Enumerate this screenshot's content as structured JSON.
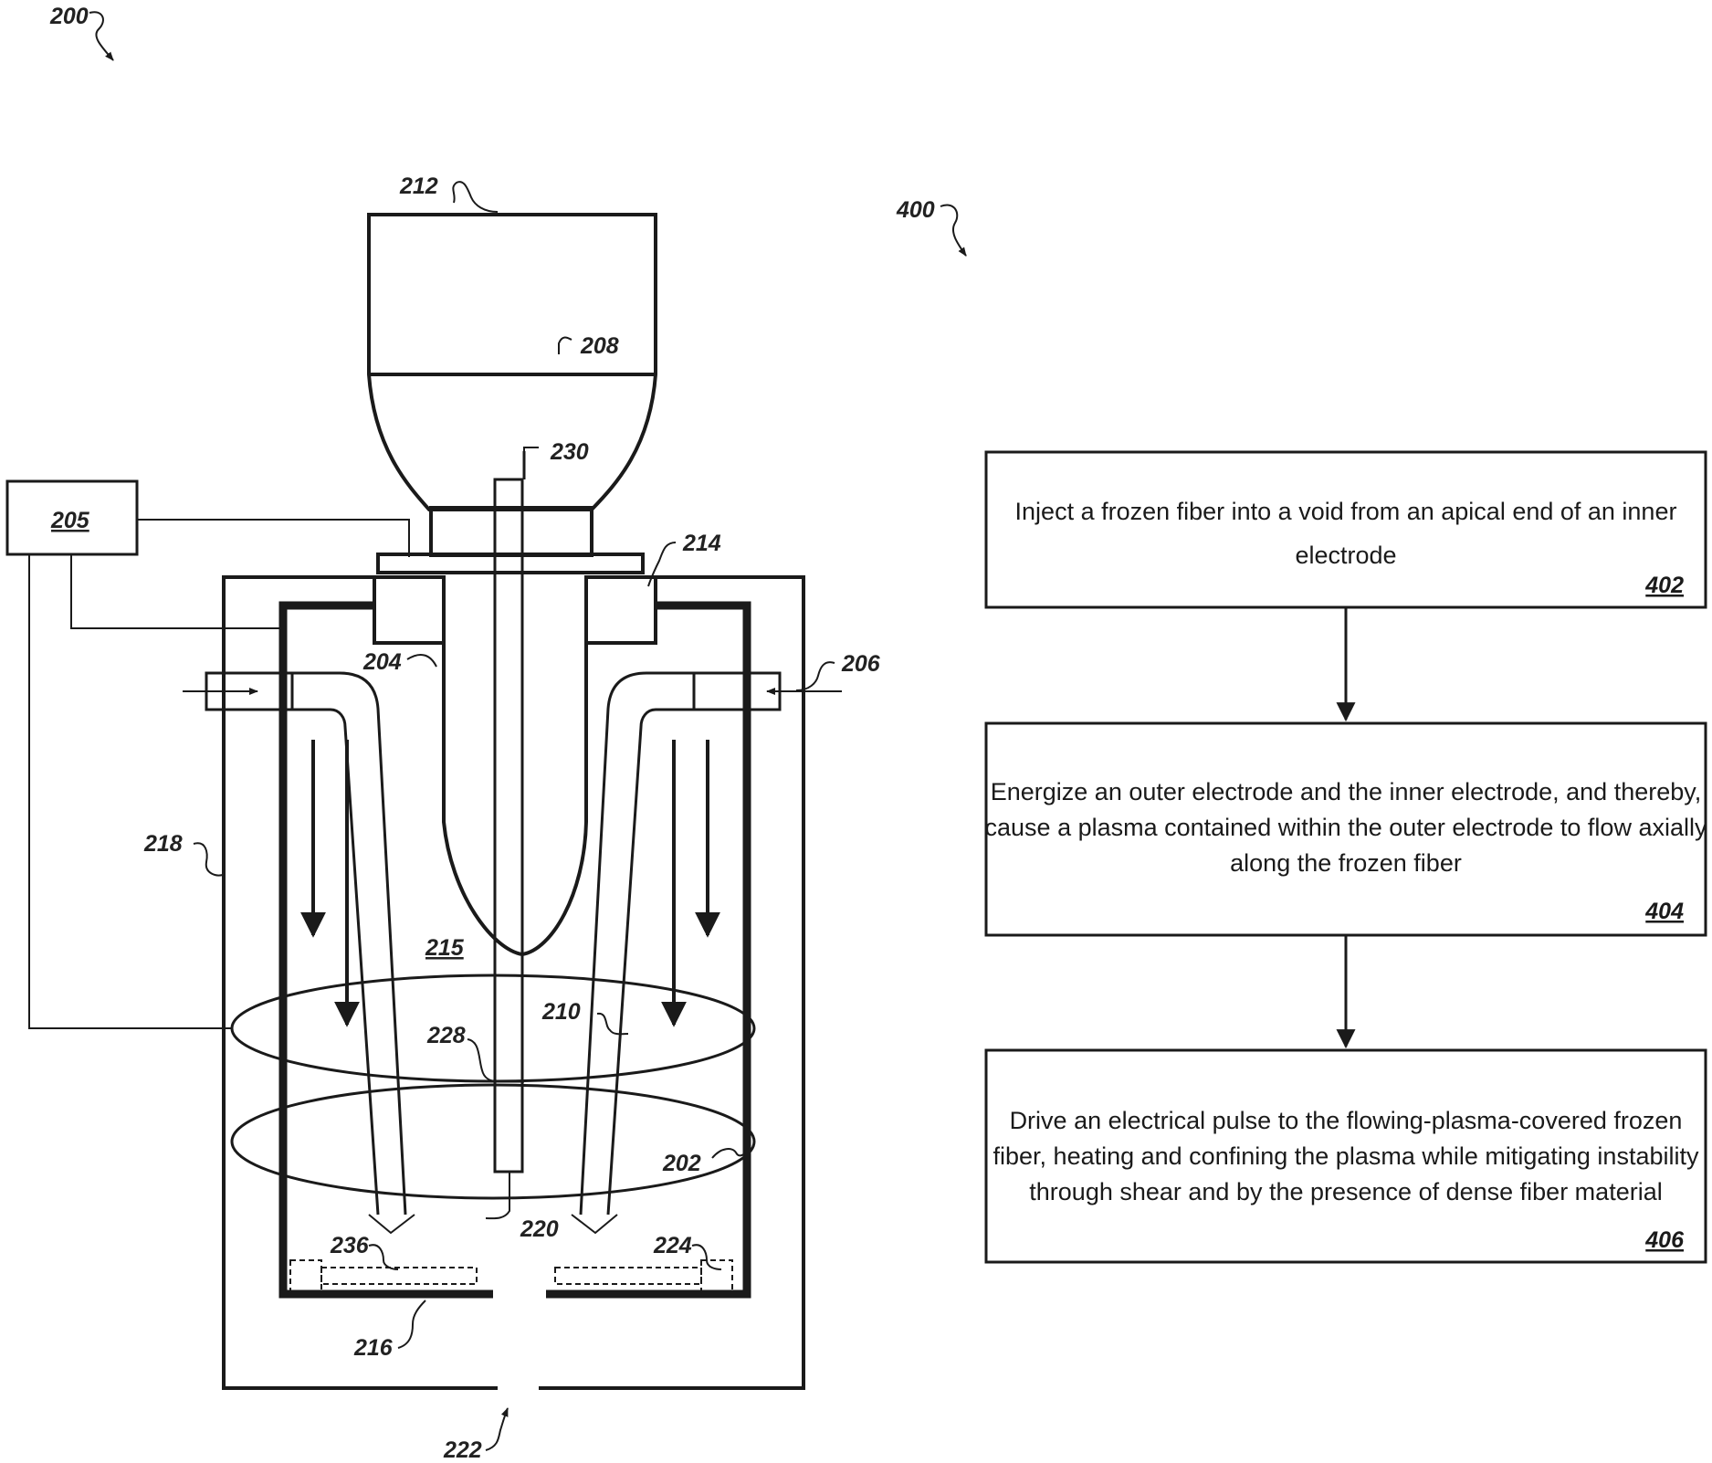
{
  "figure_200": {
    "ref": "200",
    "labels": {
      "controller": "205",
      "outer_electrode": "202",
      "inner_electrode": "204",
      "gas_inlet": "206",
      "reservoir_fill": "208",
      "coil": "210",
      "reservoir": "212",
      "insulator": "214",
      "void": "215",
      "bottom_plate": "216",
      "vacuum_vessel": "218",
      "fiber_tip": "220",
      "exit_aperture": "222",
      "sensor_right": "224",
      "fiber_segment": "228",
      "injector": "230",
      "sensor_left": "236"
    }
  },
  "figure_400": {
    "ref": "400",
    "steps": [
      {
        "lines": [
          "Inject a frozen fiber into a void from an apical end of an inner",
          "electrode"
        ],
        "num": "402"
      },
      {
        "lines": [
          "Energize an outer electrode and the inner electrode, and thereby,",
          "cause a plasma contained within the outer electrode to flow axially",
          "along the frozen fiber"
        ],
        "num": "404"
      },
      {
        "lines": [
          "Drive an electrical pulse to the flowing-plasma-covered frozen",
          "fiber, heating and confining the plasma while mitigating instability",
          "through shear and by the presence of dense fiber material"
        ],
        "num": "406"
      }
    ]
  },
  "colors": {
    "ink": "#1a1a1a",
    "background": "#ffffff"
  }
}
